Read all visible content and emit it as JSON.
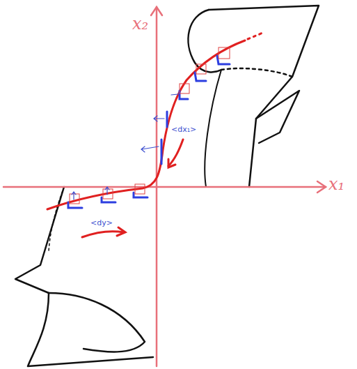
{
  "diagram": {
    "labels": [
      "x₁",
      "x₂",
      "<dx₁>",
      "<dy>"
    ]
  }
}
